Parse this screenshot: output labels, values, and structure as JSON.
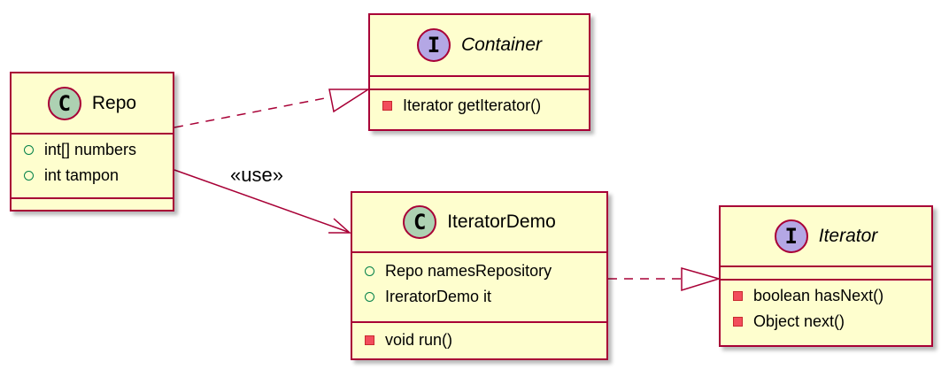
{
  "classes": {
    "repo": {
      "kind": "C",
      "name": "Repo",
      "fields": [
        "int[] numbers",
        "int tampon"
      ]
    },
    "container": {
      "kind": "I",
      "name": "Container",
      "methods": [
        "Iterator getIterator()"
      ]
    },
    "iterator_demo": {
      "kind": "C",
      "name": "IteratorDemo",
      "fields": [
        "Repo namesRepository",
        "IreratorDemo it"
      ],
      "methods": [
        "void run()"
      ]
    },
    "iterator": {
      "kind": "I",
      "name": "Iterator",
      "methods": [
        "boolean hasNext()",
        "Object next()"
      ]
    }
  },
  "relations": {
    "use_label": "«use»"
  },
  "colors": {
    "border": "#A80036",
    "box_fill": "#FEFECE",
    "class_badge": "#ADD1B2",
    "interface_badge": "#B4A7E5",
    "public_marker": "#038048",
    "private_marker": "#F24D5C"
  }
}
